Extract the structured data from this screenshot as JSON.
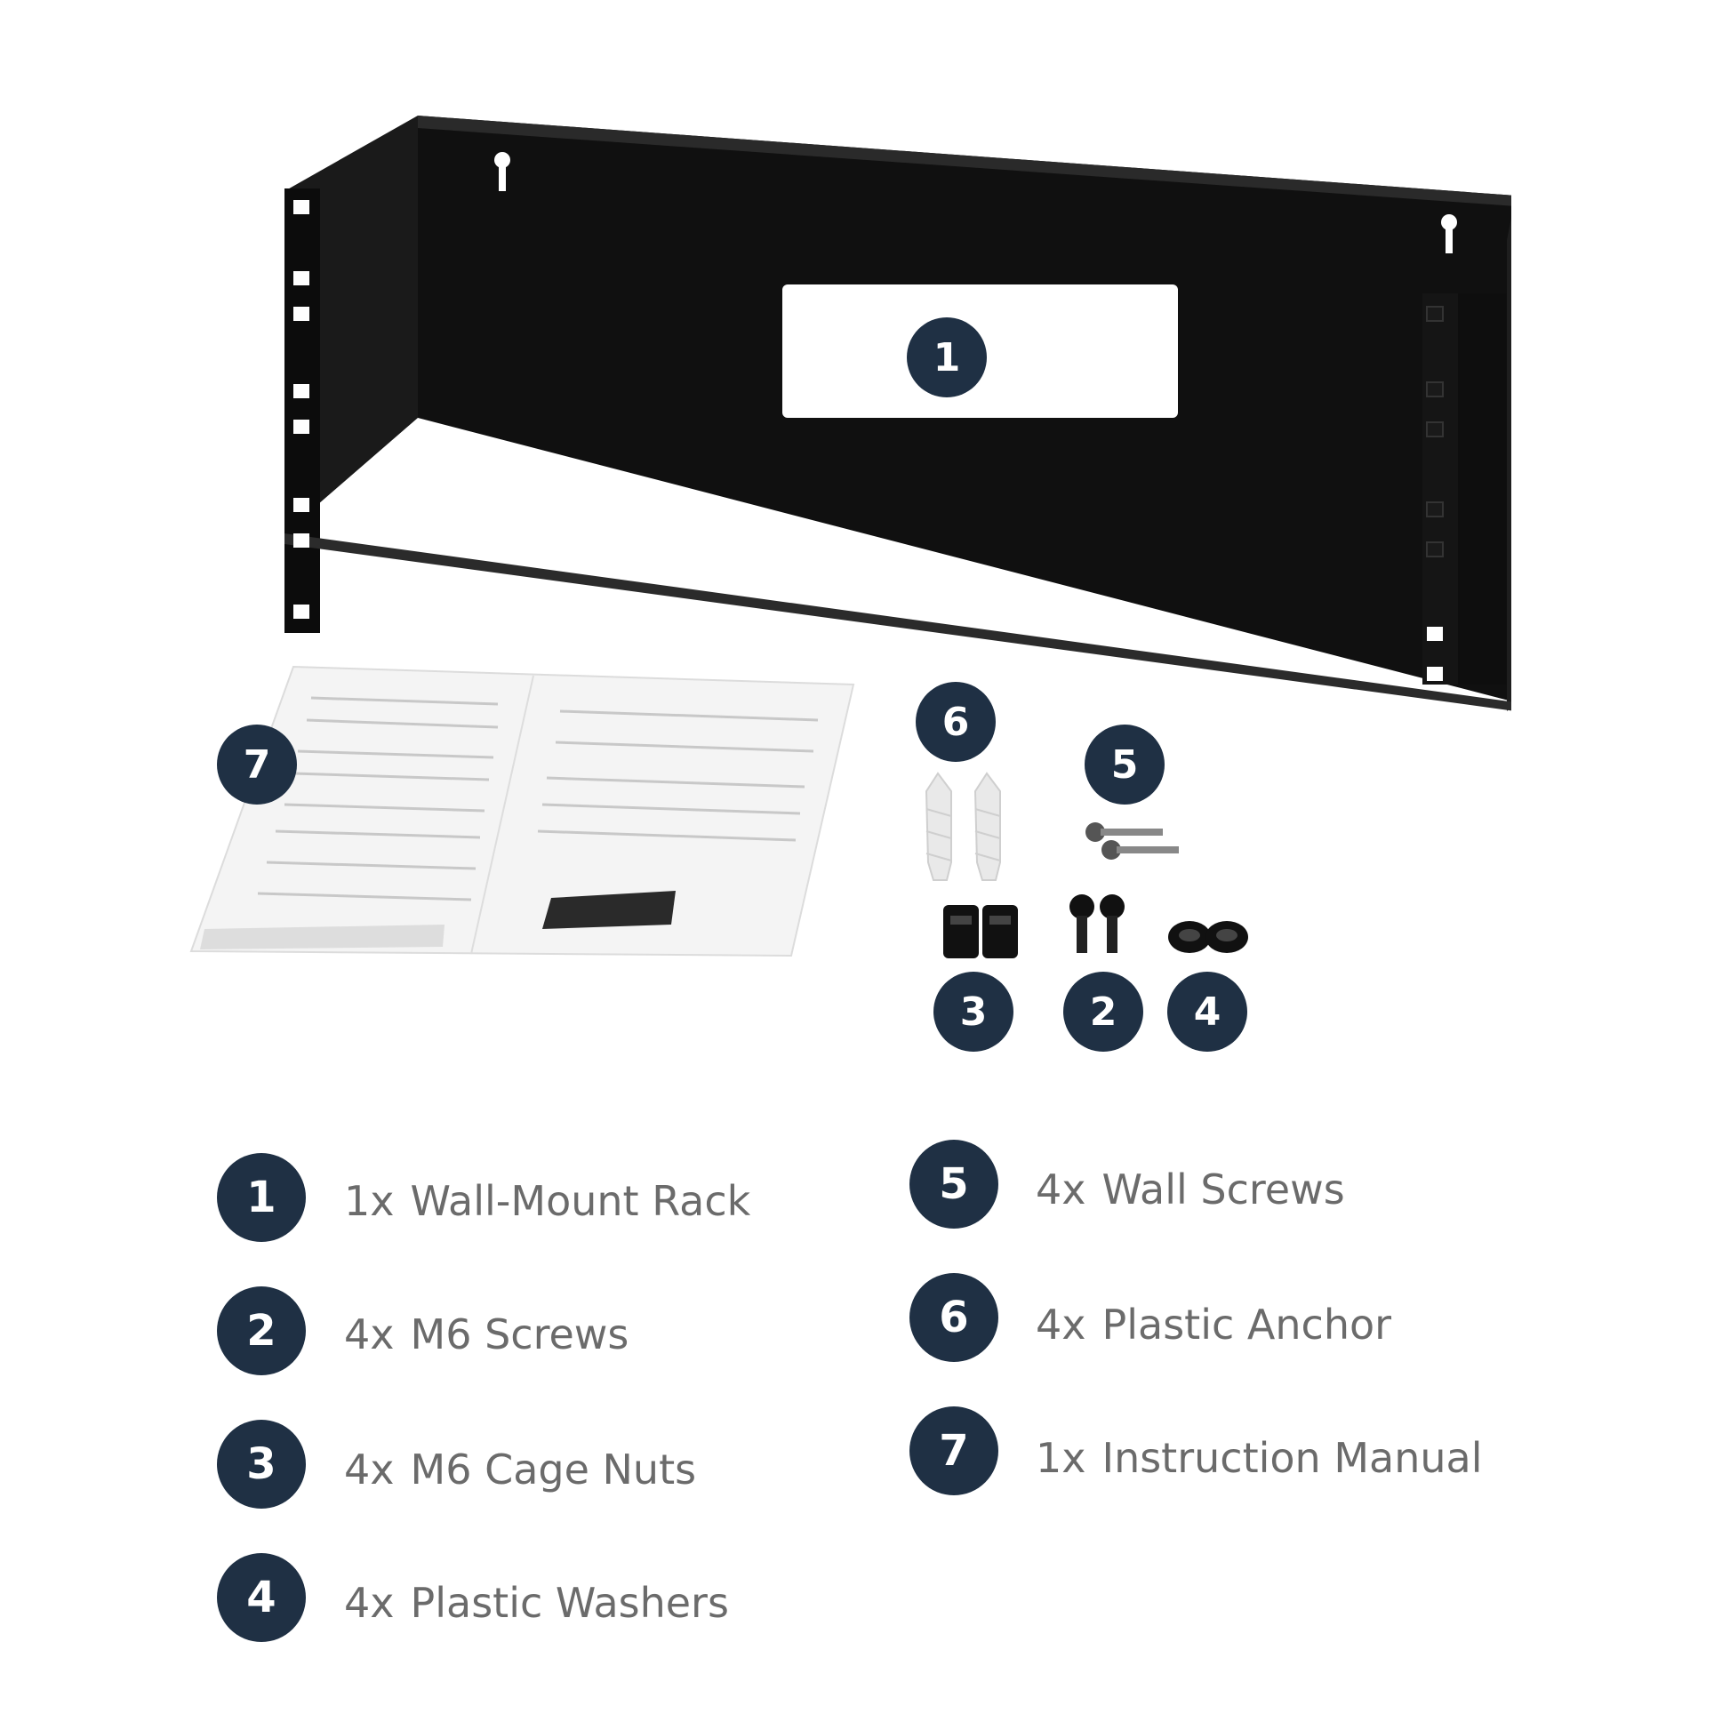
{
  "callouts": [
    "1",
    "2",
    "3",
    "4",
    "5",
    "6",
    "7"
  ],
  "items": [
    {
      "num": "1",
      "qty": "1x",
      "label": "Wall-Mount Rack"
    },
    {
      "num": "2",
      "qty": "4x",
      "label": "M6 Screws"
    },
    {
      "num": "3",
      "qty": "4x",
      "label": "M6 Cage Nuts"
    },
    {
      "num": "4",
      "qty": "4x",
      "label": "Plastic Washers"
    },
    {
      "num": "5",
      "qty": "4x",
      "label": "Wall Screws"
    },
    {
      "num": "6",
      "qty": "4x",
      "label": "Plastic Anchor"
    },
    {
      "num": "7",
      "qty": "1x",
      "label": "Instruction Manual"
    }
  ],
  "colors": {
    "badge": "#1f3044",
    "text": "#6b6b6b",
    "metal": "#111111"
  },
  "icons": [
    "wall-mount-rack-icon",
    "instruction-manual-icon",
    "plastic-anchor-icon",
    "wall-screw-icon",
    "cage-nut-icon",
    "m6-screw-icon",
    "plastic-washer-icon"
  ]
}
